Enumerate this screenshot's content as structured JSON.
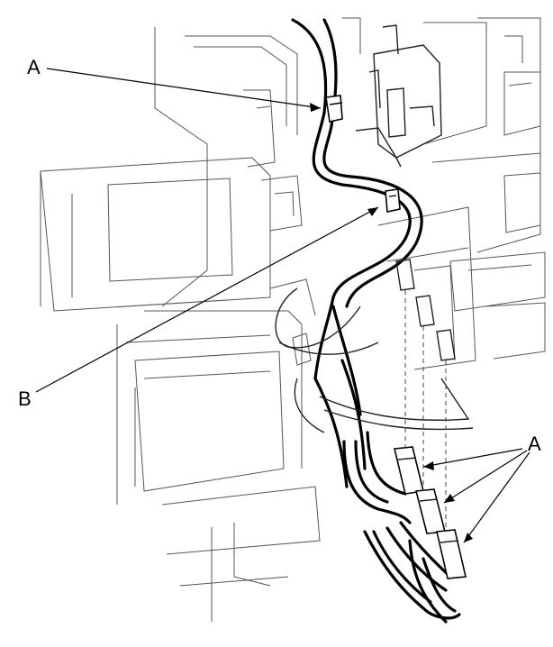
{
  "callouts": {
    "a_top": "A",
    "b_left": "B",
    "a_right": "A"
  }
}
